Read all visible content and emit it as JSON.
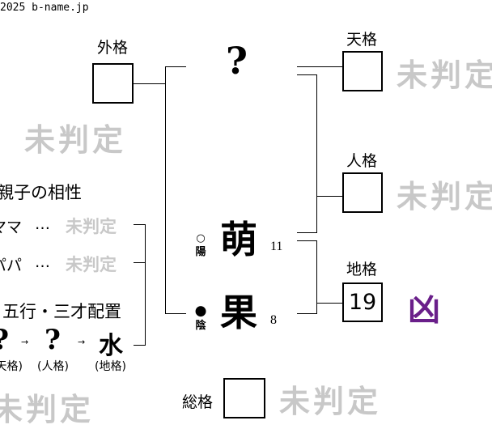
{
  "copyright": "2025 b-name.jp",
  "gaikaku": {
    "label": "外格",
    "value": ""
  },
  "tenkaku": {
    "label": "天格",
    "value": "",
    "verdict": "未判定"
  },
  "jinkaku": {
    "label": "人格",
    "value": "",
    "verdict": "未判定"
  },
  "chikaku": {
    "label": "地格",
    "value": "19",
    "verdict": "凶",
    "verdict_color": "#6a1f8a"
  },
  "soukaku": {
    "label": "総格",
    "value": "",
    "verdict": "未判定"
  },
  "gaikaku_verdict": "未判定",
  "surname_char": "?",
  "name_chars": [
    {
      "char": "萌",
      "strokes": "11",
      "yinyang_symbol": "○",
      "yinyang": "陽"
    },
    {
      "char": "果",
      "strokes": "8",
      "yinyang_symbol": "●",
      "yinyang": "陰"
    }
  ],
  "compat": {
    "title": "親子の相性",
    "rows": [
      {
        "who": "ママ",
        "sep": "…",
        "verdict": "未判定"
      },
      {
        "who": "パパ",
        "sep": "…",
        "verdict": "未判定"
      }
    ]
  },
  "gogyo": {
    "title": "五行・三才配置",
    "items": [
      {
        "elem": "?",
        "label": "(天格)"
      },
      {
        "elem": "?",
        "label": "(人格)"
      },
      {
        "elem": "水",
        "label": "(地格)"
      }
    ],
    "arrow": "→"
  }
}
